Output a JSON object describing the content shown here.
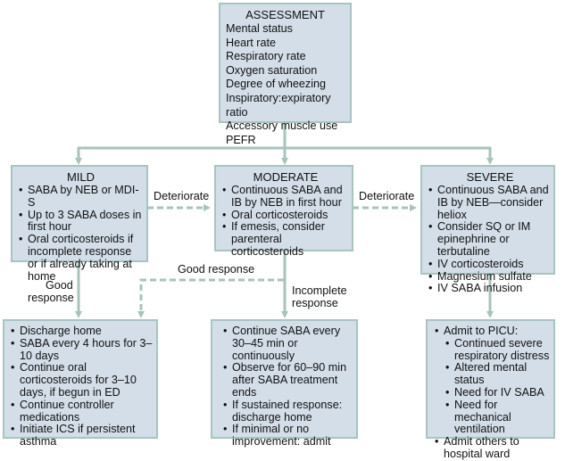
{
  "colors": {
    "box_fill": "#d3dee9",
    "box_border": "#a9c4be",
    "connector": "#a8c3bc"
  },
  "assessment": {
    "title": "ASSESSMENT",
    "items": [
      "Mental status",
      "Heart rate",
      "Respiratory rate",
      "Oxygen saturation",
      "Degree of wheezing",
      "Inspiratory:expiratory ratio",
      "Accessory muscle use",
      "PEFR"
    ]
  },
  "mild": {
    "title": "MILD",
    "items": [
      "SABA by NEB or MDI-S",
      "Up to 3 SABA doses in first hour",
      "Oral corticosteroids if incomplete response or if already taking at home"
    ]
  },
  "moderate": {
    "title": "MODERATE",
    "items": [
      "Continuous SABA and IB by NEB in first hour",
      "Oral corticosteroids",
      "If emesis, consider parenteral corticosteroids"
    ]
  },
  "severe": {
    "title": "SEVERE",
    "items": [
      "Continuous SABA and IB by NEB—consider heliox",
      "Consider SQ or IM epinephrine or terbutaline",
      "IV corticosteroids",
      "Magnesium sulfate",
      "IV SABA infusion"
    ]
  },
  "discharge": {
    "items": [
      "Discharge home",
      "SABA every 4 hours for 3–10 days",
      "Continue oral corticosteroids for 3–10 days, if begun in ED",
      "Continue controller medications",
      "Initiate ICS if persistent asthma"
    ]
  },
  "continue": {
    "items": [
      "Continue SABA every 30–45 min or continuously",
      "Observe for 60–90 min after SABA treatment ends",
      "If sustained response: discharge home",
      "If minimal or no improvement: admit"
    ]
  },
  "admit": {
    "items": [
      "Admit to PICU:"
    ],
    "sub_items": [
      "Continued severe respiratory distress",
      "Altered mental status",
      "Need for IV SABA",
      "Need for mechanical ventilation"
    ],
    "items_after": [
      "Admit others to hospital ward"
    ]
  },
  "labels": {
    "deteriorate_1": "Deteriorate",
    "deteriorate_2": "Deteriorate",
    "good_response_mild_1": "Good",
    "good_response_mild_2": "response",
    "good_response_moderate": "Good response",
    "incomplete_1": "Incomplete",
    "incomplete_2": "response"
  }
}
